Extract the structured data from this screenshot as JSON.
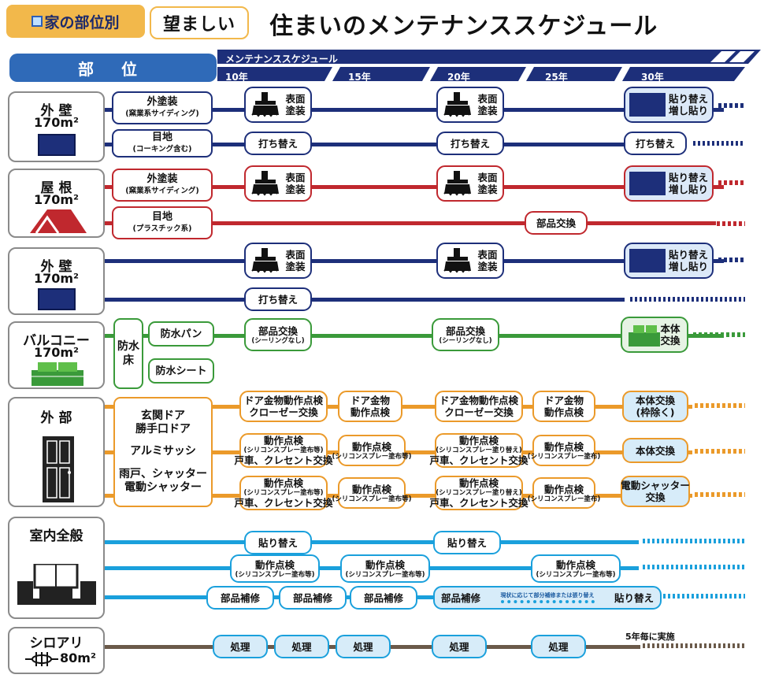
{
  "header": {
    "tag": "家の部位別",
    "pill": "望ましい",
    "title": "住まいのメンテナンススケジュール"
  },
  "timeline": {
    "part_label": "部 位",
    "schedule_label": "メンテナンススケジュール",
    "years": [
      "10年",
      "15年",
      "20年",
      "25年",
      "30年"
    ]
  },
  "categories": [
    {
      "name": "外 壁",
      "size": "170m²"
    },
    {
      "name": "屋 根",
      "size": "170m²"
    },
    {
      "name": "外 壁",
      "size": "170m²"
    },
    {
      "name": "バルコニー",
      "size": "170m²"
    },
    {
      "name": "外 部"
    },
    {
      "name": "室内全般"
    },
    {
      "name": "シロアリ",
      "size": "80m²"
    }
  ],
  "subs": {
    "wall1_paint": "外塗装",
    "wall1_paint_note": "(窯業系サイディング)",
    "wall1_joint": "目地",
    "wall1_joint_note": "(コーキング含む)",
    "roof_paint": "外塗装",
    "roof_paint_note": "(窯業系サイディング)",
    "roof_joint": "目地",
    "roof_joint_note": "(プラスチック系)",
    "balcony_floor": "防水床",
    "balcony_pan": "防水パン",
    "balcony_sheet": "防水シート",
    "ext_door1": "玄関ドア",
    "ext_door2": "勝手口ドア",
    "ext_sash": "アルミサッシ",
    "ext_shutter1": "雨戸、シャッター",
    "ext_shutter2": "電動シャッター"
  },
  "nodes": {
    "paint_a": "表面",
    "paint_b": "塗装",
    "replace_a": "貼り替え",
    "replace_b": "増し貼り",
    "rebeat": "打ち替え",
    "parts_exchange": "部品交換",
    "no_sealing": "(シーリングなし)",
    "body_exchange": "本体交換",
    "body_exchange_a": "本体",
    "body_exchange_b": "交換",
    "door_check_a": "ドア金物動作点検",
    "door_check_b": "クローゼー交換",
    "door_metal_a": "ドア金物",
    "door_metal_b": "動作点検",
    "body_exchange_excl": "(枠除く)",
    "op_check": "動作点検",
    "silicone": "(シリコンスプレー塗布等)",
    "silicone2": "(シリコンスプレー塗り替え)",
    "silicone3": "(シリコンスプレー塗布)",
    "door_roller": "戸車、クレセント交換",
    "e_shutter_a": "電動シャッター",
    "e_shutter_b": "交換",
    "re_paste": "貼り替え",
    "parts_repair": "部品補修",
    "partial_note": "現状に応じて部分補修または張り替え",
    "five_year": "5年毎に実施",
    "treatment": "処理"
  },
  "colors": {
    "navy": "#1d2f7a",
    "red": "#c0282e",
    "green": "#3a9a3a",
    "orange": "#eb9a2a",
    "sky": "#1aa0dc",
    "brown": "#6b5a4a",
    "header_blue": "#2f6ab8",
    "tag_yellow": "#f2b84b"
  }
}
